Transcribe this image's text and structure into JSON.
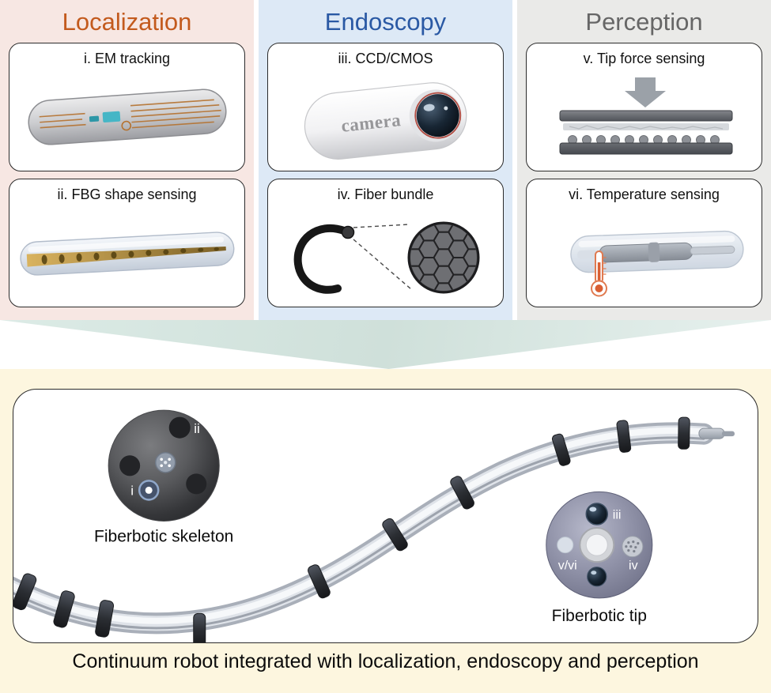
{
  "palette": {
    "localization_accent": "#c35a1d",
    "localization_bg": "#f7e7e3",
    "endoscopy_accent": "#2a59a4",
    "endoscopy_bg": "#dde9f6",
    "perception_accent": "#666666",
    "perception_bg": "#eaeae8",
    "bottom_bg": "#fdf6df",
    "arrow_fill": "#d4e3dd",
    "panel_border": "#2b2b2b"
  },
  "columns": [
    {
      "title": "Localization",
      "panels": [
        {
          "label": "i. EM tracking"
        },
        {
          "label": "ii. FBG shape sensing"
        }
      ]
    },
    {
      "title": "Endoscopy",
      "panels": [
        {
          "label": "iii. CCD/CMOS"
        },
        {
          "label": "iv. Fiber bundle"
        }
      ]
    },
    {
      "title": "Perception",
      "panels": [
        {
          "label": "v. Tip force sensing"
        },
        {
          "label": "vi. Temperature sensing"
        }
      ]
    }
  ],
  "camera_text": "camera",
  "integration": {
    "skeleton_label": "Fiberbotic skeleton",
    "tip_label": "Fiberbotic tip",
    "caption": "Continuum robot integrated with localization, endoscopy and perception",
    "markers": {
      "skeleton_i": "i",
      "skeleton_ii": "ii",
      "tip_iii": "iii",
      "tip_iv": "iv",
      "tip_v_vi": "v/vi"
    }
  }
}
